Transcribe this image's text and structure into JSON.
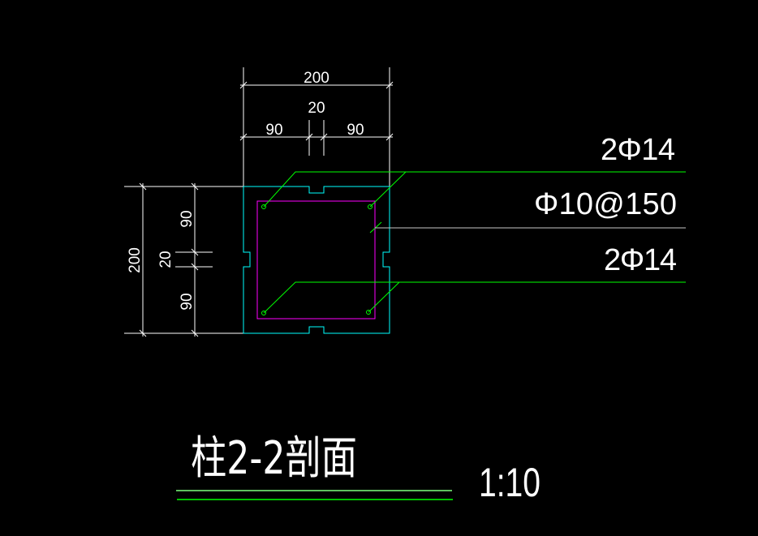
{
  "drawing": {
    "dimensions": {
      "top_total": "200",
      "top_gap": "20",
      "top_left": "90",
      "top_right": "90",
      "left_total": "200",
      "left_top": "90",
      "left_gap": "20",
      "left_bottom": "90"
    },
    "labels": {
      "top_rebar": "2Φ14",
      "stirrup": "Φ10@150",
      "bottom_rebar": "2Φ14"
    },
    "title": "柱2-2剖面",
    "scale": "1:10",
    "colors": {
      "outline": "#00ffff",
      "stirrup": "#ff00ff",
      "rebar": "#00ff00",
      "dimension": "#ffffff"
    }
  }
}
